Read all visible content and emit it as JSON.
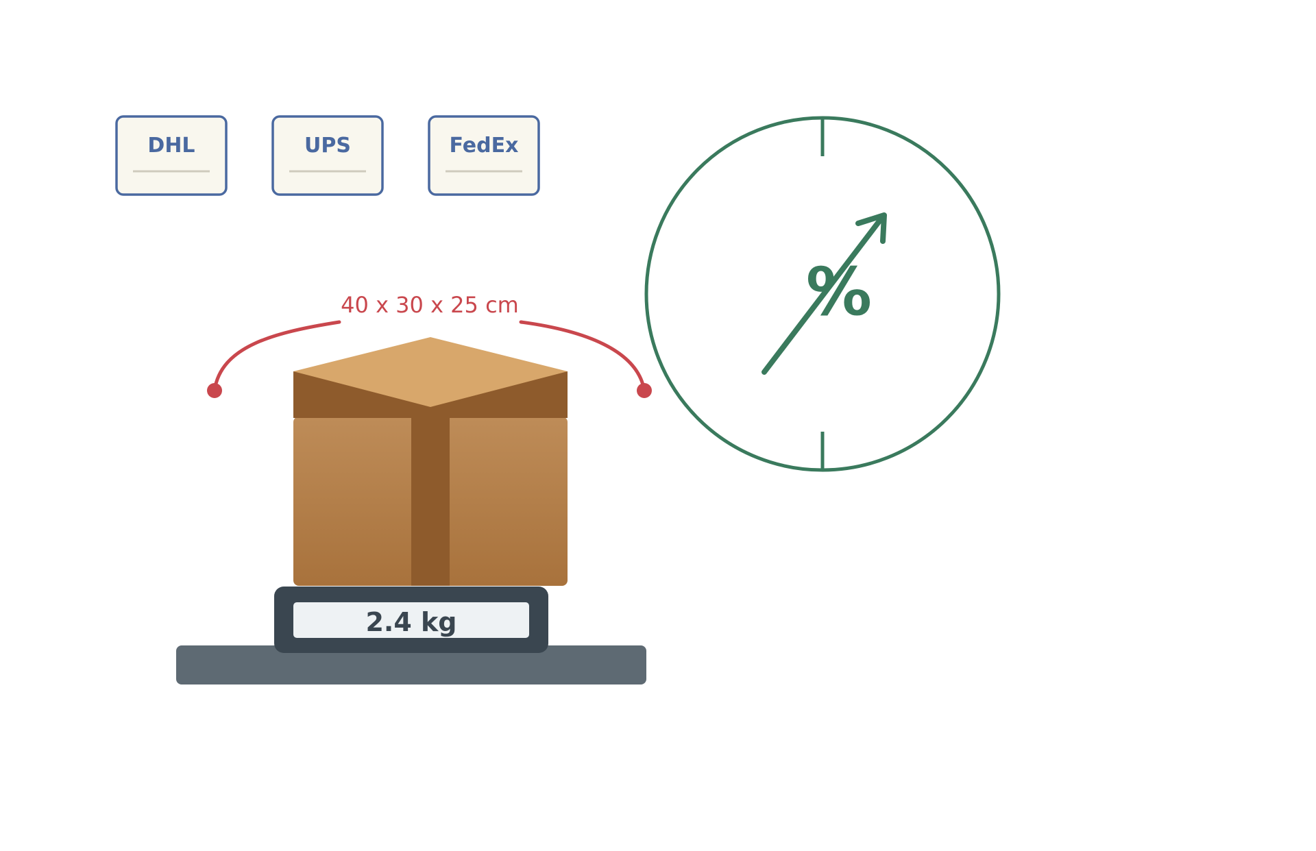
{
  "carriers": [
    {
      "label": "DHL"
    },
    {
      "label": "UPS"
    },
    {
      "label": "FedEx"
    }
  ],
  "package": {
    "dimensions_label": "40 x 30 x 25 cm",
    "weight_label": "2.4 kg"
  },
  "rate_gauge": {
    "symbol": "%"
  },
  "colors": {
    "carrier_border": "#4a69a0",
    "carrier_fill": "#f9f7ee",
    "carrier_text": "#4a69a0",
    "dimension_accent": "#c9474d",
    "box_top": "#d8a76b",
    "box_side": "#8e5b2c",
    "box_front": "#b98451",
    "scale_body": "#3a4650",
    "scale_base": "#5e6a73",
    "display_fill": "#eef2f4",
    "gauge_green": "#3a7a5d"
  },
  "icons": {
    "gauge": "percent-trend-gauge-icon",
    "arrow": "trend-up-arrow-icon"
  }
}
